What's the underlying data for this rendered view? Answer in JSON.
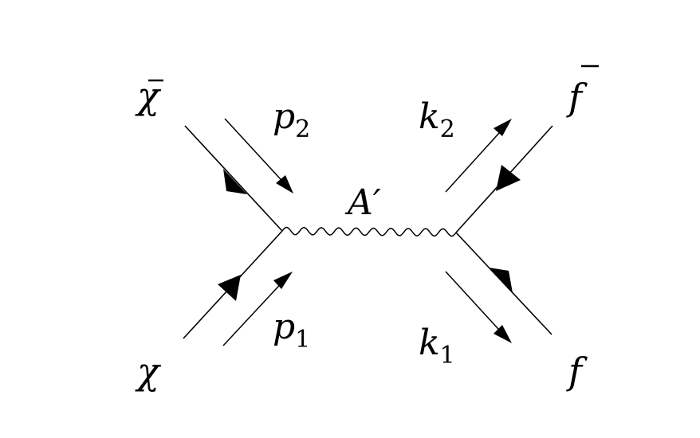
{
  "labels": {
    "chibar": "χ",
    "chi": "χ",
    "fbar": "f",
    "f": "f",
    "p2_base": "p",
    "p2_sub": "2",
    "p1_base": "p",
    "p1_sub": "1",
    "k2_base": "k",
    "k2_sub": "2",
    "k1_base": "k",
    "k1_sub": "1",
    "photon": "A′"
  },
  "colors": {
    "ink": "#000000",
    "background": "#ffffff"
  }
}
